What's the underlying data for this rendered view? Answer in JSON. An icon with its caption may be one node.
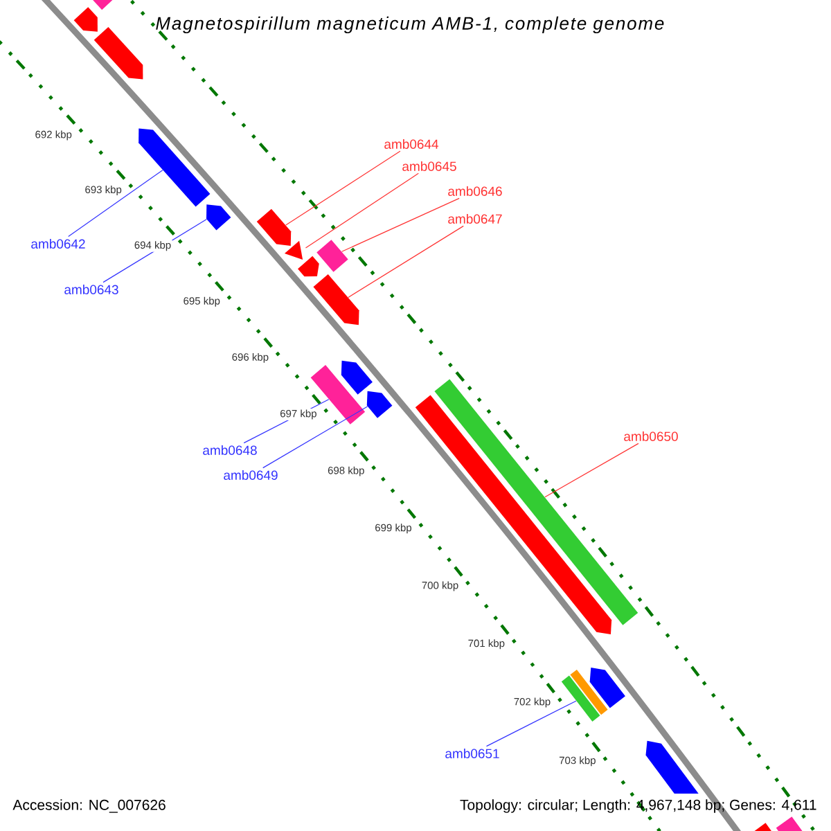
{
  "diagram": {
    "title": "Magnetospirillum magneticum AMB-1, complete genome",
    "nodes": [
      {
        "text": [
          "amb0642"
        ]
      },
      {
        "text": [
          "amb0643"
        ]
      },
      {
        "text": [
          "amb0644"
        ]
      },
      {
        "text": [
          "amb0645"
        ]
      },
      {
        "text": [
          "amb0646"
        ]
      },
      {
        "text": [
          "amb0647"
        ]
      },
      {
        "text": [
          "amb0648"
        ]
      },
      {
        "text": [
          "amb0649"
        ]
      },
      {
        "text": [
          "amb0650"
        ]
      },
      {
        "text": [
          "amb0651"
        ]
      },
      {
        "text": [],
        "shape": "box"
      },
      {
        "text": [],
        "shape": "arrow"
      },
      {
        "text": [],
        "shape": "arrow"
      },
      {
        "text": [],
        "shape": "arrow"
      },
      {
        "text": [],
        "shape": "arrow"
      },
      {
        "text": [],
        "shape": "arrow"
      },
      {
        "text": [],
        "shape": "triangle"
      },
      {
        "text": [],
        "shape": "box"
      },
      {
        "text": [],
        "shape": "arrow"
      },
      {
        "text": [],
        "shape": "arrow"
      },
      {
        "text": [],
        "shape": "box"
      },
      {
        "text": [],
        "shape": "arrow"
      },
      {
        "text": [],
        "shape": "arrow"
      },
      {
        "text": [],
        "shape": "arrow"
      },
      {
        "text": [],
        "shape": "box"
      },
      {
        "text": [],
        "shape": "box"
      },
      {
        "text": [],
        "shape": "box"
      },
      {
        "text": [],
        "shape": "arrow"
      },
      {
        "text": [],
        "shape": "arrow"
      },
      {
        "text": [],
        "shape": "arrow"
      },
      {
        "text": [],
        "shape": "box"
      }
    ],
    "edges": [
      {
        "from": 0,
        "to": 13,
        "arrow": "none"
      },
      {
        "from": 1,
        "to": 14,
        "arrow": "none"
      },
      {
        "from": 2,
        "to": 15,
        "arrow": "none",
        "color": "#ff3333"
      },
      {
        "from": 3,
        "to": 16,
        "arrow": "none",
        "color": "#ff3333"
      },
      {
        "from": 4,
        "to": 17,
        "arrow": "none",
        "color": "#ff3333"
      },
      {
        "from": 5,
        "to": 19,
        "arrow": "none",
        "color": "#ff3333"
      },
      {
        "from": 6,
        "to": 20,
        "arrow": "none"
      },
      {
        "from": 7,
        "to": 22,
        "arrow": "none"
      },
      {
        "from": 8,
        "to": 24,
        "arrow": "none",
        "color": "#ff3333"
      },
      {
        "from": 9,
        "to": 25,
        "arrow": "none"
      }
    ],
    "labels": [
      "692 kbp",
      "693 kbp",
      "694 kbp",
      "695 kbp",
      "696 kbp",
      "697 kbp",
      "698 kbp",
      "699 kbp",
      "700 kbp",
      "701 kbp",
      "702 kbp",
      "703 kbp",
      "Accession: NC_007626",
      "Topology: circular; Length: 4,967,148 bp; Genes: 4,611"
    ]
  }
}
